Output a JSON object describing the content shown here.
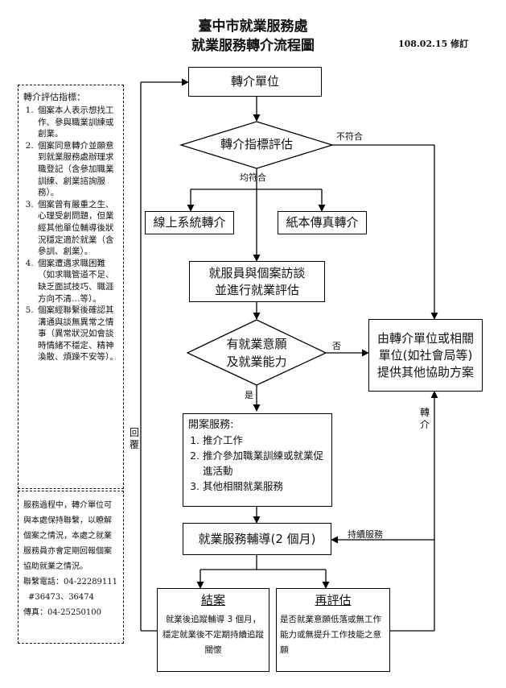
{
  "header": {
    "org": "臺中市就業服務處",
    "title": "就業服務轉介流程圖",
    "revised": "108.02.15 修訂"
  },
  "criteria": {
    "heading": "轉介評估指標：",
    "items": [
      "個案本人表示想找工作、參與職業訓練或創業。",
      "個案同意轉介並願意到就業服務處辦理求職登記（含參加職業訓練、創業諮詢服務）。",
      "個案曾有嚴重之生、心理受創問題，但業經其他單位輔導後狀況穩定適於就業（含參訓、創業）。",
      "個案遭遇求職困難（如求職管道不足、缺乏面試技巧、職涯方向不清…等）。",
      "個案經聯繫後確認其溝通與談無異常之情事（異常狀況如會談時情緒不穩定、精神渙散、煩躁不安等）。"
    ]
  },
  "contact": {
    "note": "服務過程中，轉介單位可與本處保持聯繫，以瞭解個案之情況，本處之就業服務員亦會定期回報個案協助就業之情況。",
    "phone": "聯繫電話：04-22289111",
    "ext": "#36473、36474",
    "fax": "傳真：04-25250100"
  },
  "flow": {
    "referral_unit": "轉介單位",
    "criteria_eval": "轉介指標評估",
    "not_meet": "不符合",
    "all_meet": "均符合",
    "online": "線上系統轉介",
    "fax_referral": "紙本傳真轉介",
    "interview_line1": "就服員與個案訪談",
    "interview_line2": "並進行就業評估",
    "will_line1": "有就業意願",
    "will_line2": "及就業能力",
    "no": "否",
    "yes": "是",
    "other_line1": "由轉介單位或相關",
    "other_line2": "單位(如社會局等)",
    "other_line3": "提供其他協助方案",
    "refer_vertical": "轉介",
    "reply_vertical": "回覆",
    "case_services_title": "開案服務:",
    "case_services": [
      "推介工作",
      "推介參加職業訓練或就業促進活動",
      "其他相關就業服務"
    ],
    "counseling": "就業服務輔導(2 個月)",
    "continue_service": "持續服務",
    "close_title": "結案",
    "close_desc": "就業後追蹤輔導 3 個月，穩定就業後不定期持續追蹤關懷",
    "reeval_title": "再評估",
    "reeval_desc": "是否就業意願低落或無工作能力或無提升工作技能之意願"
  }
}
